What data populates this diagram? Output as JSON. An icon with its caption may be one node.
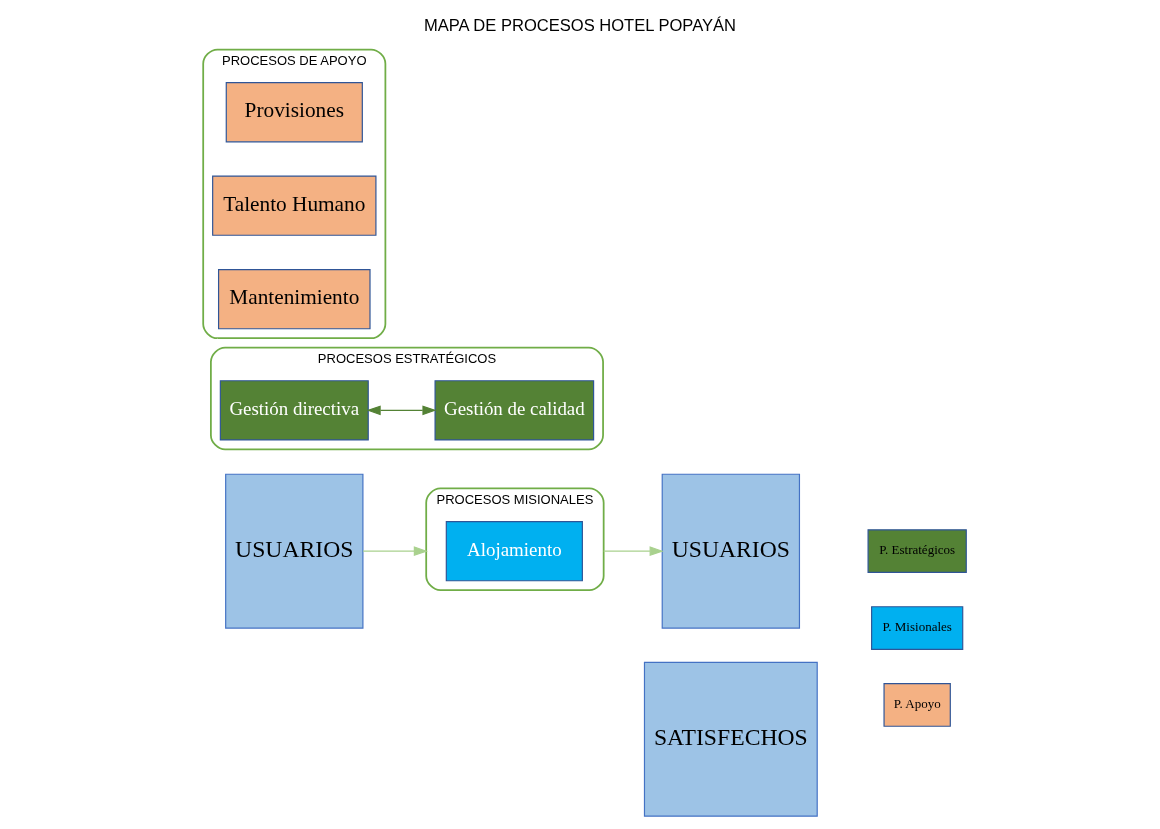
{
  "diagram": {
    "title": "MAPA DE PROCESOS HOTEL POPAYÁN",
    "nodes": [
      {
        "text": [
          "USUARIOS"
        ]
      },
      {
        "text": [
          "PROCESOS ESTRATÉGICOS"
        ]
      },
      {
        "text": [
          "Gestión directiva"
        ],
        "in": 1
      },
      {
        "text": [
          "Gestión de calidad"
        ],
        "in": 1
      },
      {
        "text": [
          "PROCESOS MISIONALES"
        ]
      },
      {
        "text": [
          "Alojamiento"
        ],
        "in": 4
      },
      {
        "text": [
          "USUARIOS"
        ]
      },
      {
        "text": [
          "SATISFECHOS"
        ]
      },
      {
        "text": [
          "PROCESOS DE APOYO"
        ]
      },
      {
        "text": [
          "Provisiones"
        ],
        "in": 8
      },
      {
        "text": [
          "Talento Humano"
        ],
        "in": 8
      },
      {
        "text": [
          "Mantenimiento"
        ],
        "in": 8
      }
    ],
    "edges": [
      {
        "from": 2,
        "to": 3,
        "arrow": "both",
        "color": "#548235"
      },
      {
        "from": 0,
        "to": 4,
        "arrow": "to"
      },
      {
        "from": 4,
        "to": 6,
        "arrow": "to"
      }
    ],
    "legend": [
      {
        "text": "P. Estratégicos",
        "color": "#548235"
      },
      {
        "text": "P. Misionales",
        "color": "#00b0f0"
      },
      {
        "text": "P. Apoyo",
        "color": "#f4b183"
      }
    ]
  }
}
